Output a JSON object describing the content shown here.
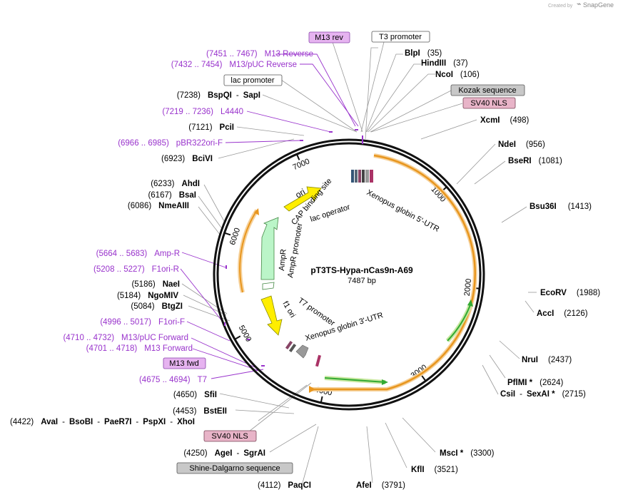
{
  "watermark": {
    "created_by": "Created by",
    "brand": "SnapGene"
  },
  "plasmid": {
    "name": "pT3TS-Hypa-nCas9n-A69",
    "size": "7487 bp",
    "length": 7487
  },
  "colors": {
    "site_label": "#000000",
    "primer": "#9933cc",
    "feature_orange": "#f0a030",
    "feature_green": "#33aa33",
    "arrow_yellow": "#ffee00",
    "arrow_mint": "#bbf5c8",
    "nls_box": "#e8b4c8",
    "gray_box": "#c8c8c8",
    "m13_box": "#e6b3f0"
  },
  "ticks": [
    {
      "label": "1000",
      "bp": 1000
    },
    {
      "label": "2000",
      "bp": 2000
    },
    {
      "label": "3000",
      "bp": 3000
    },
    {
      "label": "4000",
      "bp": 4000
    },
    {
      "label": "5000",
      "bp": 5000
    },
    {
      "label": "6000",
      "bp": 6000
    },
    {
      "label": "7000",
      "bp": 7000
    }
  ],
  "boxed_labels": [
    {
      "text": "M13 rev",
      "style": "m13"
    },
    {
      "text": "T3 promoter",
      "style": "white"
    },
    {
      "text": "lac promoter",
      "style": "white"
    },
    {
      "text": "Kozak sequence",
      "style": "gray"
    },
    {
      "text": "SV40 NLS",
      "style": "nls"
    },
    {
      "text": "M13 fwd",
      "style": "m13"
    },
    {
      "text": "SV40 NLS",
      "style": "nls"
    },
    {
      "text": "Shine-Dalgarno sequence",
      "style": "gray"
    }
  ],
  "sites": [
    {
      "name": "BlpI",
      "pos": "(35)"
    },
    {
      "name": "HindIII",
      "pos": "(37)"
    },
    {
      "name": "NcoI",
      "pos": "(106)"
    },
    {
      "name": "XcmI",
      "pos": "(498)"
    },
    {
      "name": "NdeI",
      "pos": "(956)"
    },
    {
      "name": "BseRI",
      "pos": "(1081)"
    },
    {
      "name": "Bsu36I",
      "pos": "(1413)"
    },
    {
      "name": "EcoRV",
      "pos": "(1988)"
    },
    {
      "name": "AccI",
      "pos": "(2126)"
    },
    {
      "name": "NruI",
      "pos": "(2437)"
    },
    {
      "name": "PflMI *",
      "pos": "(2624)"
    },
    {
      "name": "CsiI",
      "sep": "-",
      "name2": "SexAI *",
      "pos": "(2715)"
    },
    {
      "name": "MscI *",
      "pos": "(3300)"
    },
    {
      "name": "KflI",
      "pos": "(3521)"
    },
    {
      "name": "AfeI",
      "pos": "(3791)"
    },
    {
      "name": "PaqCI",
      "pos": "(4112)"
    },
    {
      "name": "AgeI",
      "sep": "-",
      "name2": "SgrAI",
      "pos": "(4250)"
    },
    {
      "name": "AvaI",
      "pos": "(4422)",
      "extra": [
        "BsoBI",
        "PaeR7I",
        "PspXI",
        "XhoI"
      ]
    },
    {
      "name": "BstEII",
      "pos": "(4453)"
    },
    {
      "name": "SfiI",
      "pos": "(4650)"
    },
    {
      "name": "BtgZI",
      "pos": "(5084)"
    },
    {
      "name": "NgoMIV",
      "pos": "(5184)"
    },
    {
      "name": "NaeI",
      "pos": "(5186)"
    },
    {
      "name": "NmeAIII",
      "pos": "(6086)"
    },
    {
      "name": "BsaI",
      "pos": "(6167)"
    },
    {
      "name": "AhdI",
      "pos": "(6233)"
    },
    {
      "name": "BciVI",
      "pos": "(6923)"
    },
    {
      "name": "PciI",
      "pos": "(7121)"
    },
    {
      "name": "BspQI",
      "sep": "-",
      "name2": "SapI",
      "pos": "(7238)"
    }
  ],
  "primers": [
    {
      "range": "(7451 .. 7467)",
      "name": "M13 Reverse"
    },
    {
      "range": "(7432 .. 7454)",
      "name": "M13/pUC Reverse"
    },
    {
      "range": "(7219 .. 7236)",
      "name": "L4440"
    },
    {
      "range": "(6966 .. 6985)",
      "name": "pBR322ori-F"
    },
    {
      "range": "(5664 .. 5683)",
      "name": "Amp-R"
    },
    {
      "range": "(5208 .. 5227)",
      "name": "F1ori-R"
    },
    {
      "range": "(4996 .. 5017)",
      "name": "F1ori-F"
    },
    {
      "range": "(4710 .. 4732)",
      "name": "M13/pUC Forward"
    },
    {
      "range": "(4701 .. 4718)",
      "name": "M13 Forward"
    },
    {
      "range": "(4675 .. 4694)",
      "name": "T7"
    }
  ],
  "inner_labels": [
    "ori",
    "CAP binding site",
    "lac operator",
    "Xenopus globin 5'-UTR",
    "AmpR",
    "AmpR promoter",
    "f1 ori",
    "T7 promoter",
    "Xenopus globin 3'-UTR"
  ]
}
